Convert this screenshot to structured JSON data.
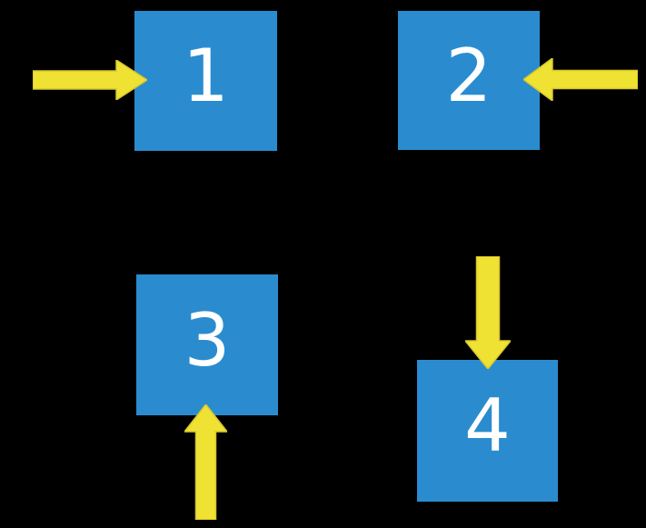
{
  "colors": {
    "background": "#000000",
    "square-fill": "#2A8CCF",
    "label-color": "#FFFFFF",
    "arrow-fill": "#F0E232",
    "arrow-stroke": "#D8C62E"
  },
  "squares": [
    {
      "label": "1",
      "arrow_direction": "right"
    },
    {
      "label": "2",
      "arrow_direction": "left"
    },
    {
      "label": "3",
      "arrow_direction": "up"
    },
    {
      "label": "4",
      "arrow_direction": "down"
    }
  ]
}
